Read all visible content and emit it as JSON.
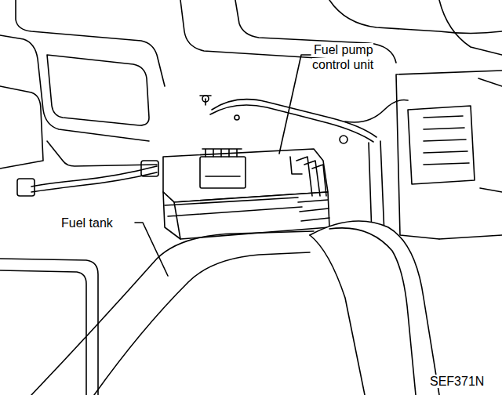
{
  "diagram": {
    "labels": [
      "Fuel pump control unit",
      "Fuel tank",
      "SEF371N"
    ]
  }
}
